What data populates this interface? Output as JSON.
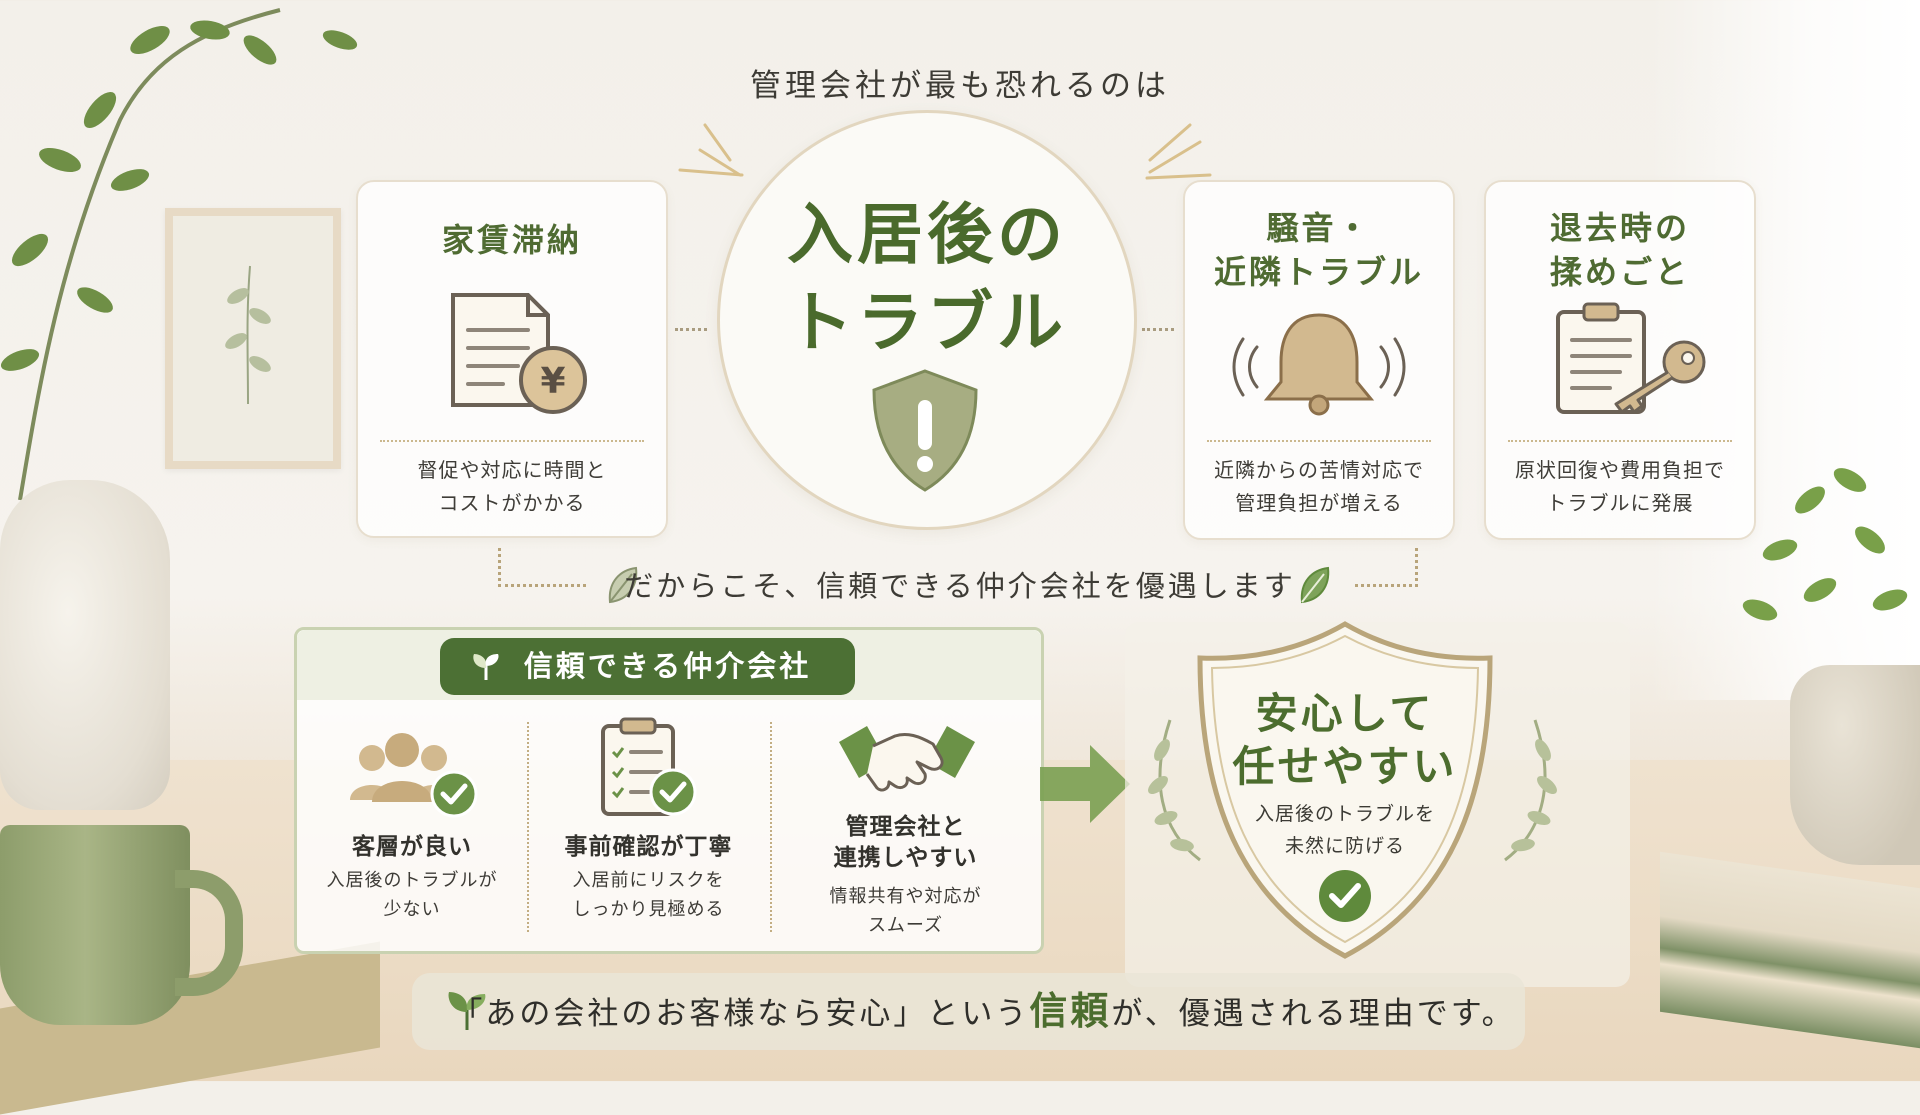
{
  "headline": "管理会社が最も恐れるのは",
  "center": {
    "line1": "入居後の",
    "line2": "トラブル",
    "icon": "warning-shield-icon"
  },
  "cards": [
    {
      "title_lines": [
        "家賃滞納"
      ],
      "icon": "document-yen-icon",
      "yen": "¥",
      "desc_lines": [
        "督促や対応に時間と",
        "コストがかかる"
      ]
    },
    {
      "title_lines": [
        "騒音・",
        "近隣トラブル"
      ],
      "icon": "bell-icon",
      "desc_lines": [
        "近隣からの苦情対応で",
        "管理負担が増える"
      ]
    },
    {
      "title_lines": [
        "退去時の",
        "揉めごと"
      ],
      "icon": "clipboard-key-icon",
      "desc_lines": [
        "原状回復や費用負担で",
        "トラブルに発展"
      ]
    }
  ],
  "banner": "だからこそ、信頼できる仲介会社を優遇します",
  "broker": {
    "title": "信頼できる仲介会社",
    "features": [
      {
        "title_lines": [
          "客層が良い"
        ],
        "desc_lines": [
          "入居後のトラブルが",
          "少ない"
        ],
        "icon": "people-check-icon"
      },
      {
        "title_lines": [
          "事前確認が丁寧"
        ],
        "desc_lines": [
          "入居前にリスクを",
          "しっかり見極める"
        ],
        "icon": "checklist-check-icon"
      },
      {
        "title_lines": [
          "管理会社と",
          "連携しやすい"
        ],
        "desc_lines": [
          "情報共有や対応が",
          "スムーズ"
        ],
        "icon": "handshake-icon"
      }
    ]
  },
  "result": {
    "title_lines": [
      "安心して",
      "任せやすい"
    ],
    "desc_lines": [
      "入居後のトラブルを",
      "未然に防げる"
    ],
    "icon": "shield-check-icon"
  },
  "footer": {
    "before": "「あの会社のお客様なら安心」という",
    "emphasis": "信頼",
    "after": "が、優遇される理由です。"
  },
  "colors": {
    "accent_green": "#4c7034",
    "title_green": "#4f6b32",
    "beige_border": "#e7dece",
    "tan_icon": "#d2b98f"
  }
}
